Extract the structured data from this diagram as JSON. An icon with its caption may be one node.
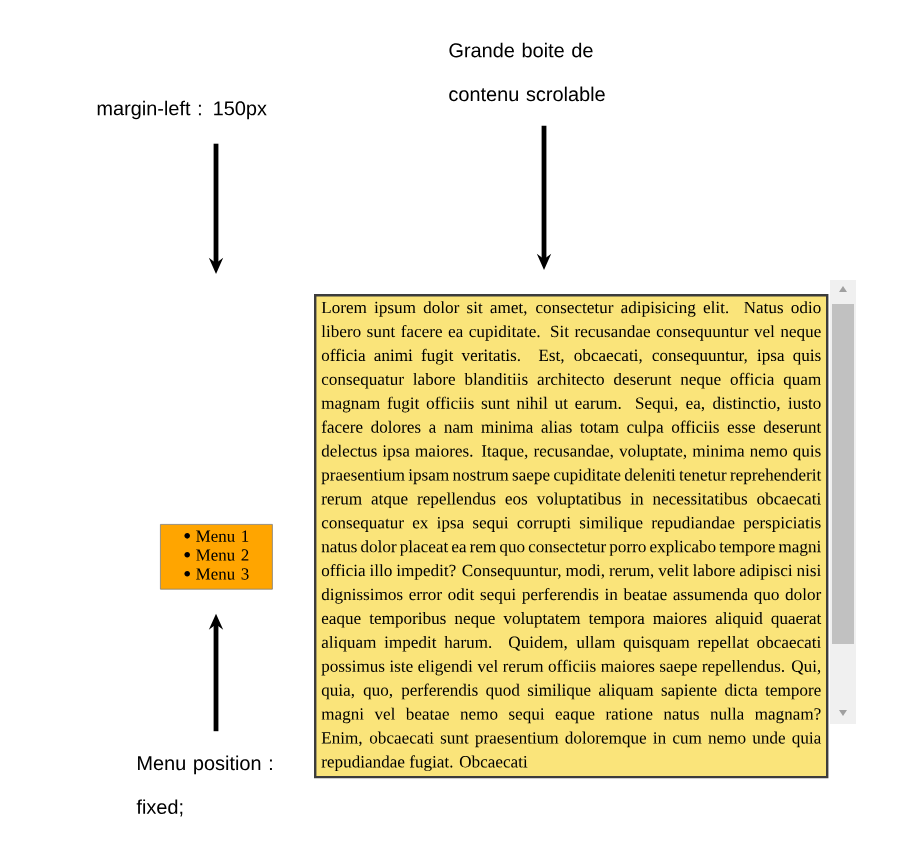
{
  "diagram": {
    "nodes": [
      {
        "text": [
          "margin-left : 150px"
        ]
      },
      {
        "text": [
          "Grande boite de contenu scrolable"
        ]
      },
      {
        "text": [
          "Lorem ipsum dolor sit amet, consectetur adipisicing elit. Natus odio libero sunt facere ea cupiditate. Sit recusandae consequuntur vel neque officia animi fugit veritatis. Est, obcaecati, consequuntur, ipsa quis consequatur labore blanditiis architecto deserunt neque officia quam magnam fugit officiis sunt nihil ut earum. Sequi, ea, distinctio, iusto facere dolores a nam minima alias totam culpa officiis esse deserunt delectus ipsa maiores. Itaque, recusandae, voluptate, minima nemo quis praesentium ipsam nostrum saepe cupiditate deleniti tenetur reprehenderit rerum atque repellendus eos voluptatibus in necessitatibus obcaecati consequatur ex ipsa sequi corrupti similique repudiandae perspiciatis natus dolor placeat ea rem quo consectetur porro explicabo tempore magni officia illo impedit? Consequuntur, modi, rerum, velit labore adipisci nisi dignissimos error odit sequi perferendis in beatae assumenda quo dolor eaque temporibus neque voluptatem tempora maiores aliquid quaerat aliquam impedit harum. Quidem, ullam quisquam repellat obcaecati possimus iste eligendi vel rerum officiis maiores saepe repellendus. Qui, quia, quo, perferendis quod similique aliquam sapiente dicta tempore magni vel beatae nemo sequi eaque ratione natus nulla magnam? Enim, obcaecati sunt praesentium doloremque in cum nemo unde quia repudiandae fugiat. Obcaecati"
        ]
      },
      {
        "text": [
          "Menu 1",
          "Menu 2",
          "Menu 3"
        ]
      },
      {
        "text": [
          "Menu position : fixed;"
        ]
      }
    ],
    "edges": [
      {
        "from": 0,
        "to": null,
        "arrow": "to"
      },
      {
        "from": 1,
        "to": 2,
        "arrow": "to"
      },
      {
        "from": 4,
        "to": 3,
        "arrow": "to"
      }
    ]
  }
}
